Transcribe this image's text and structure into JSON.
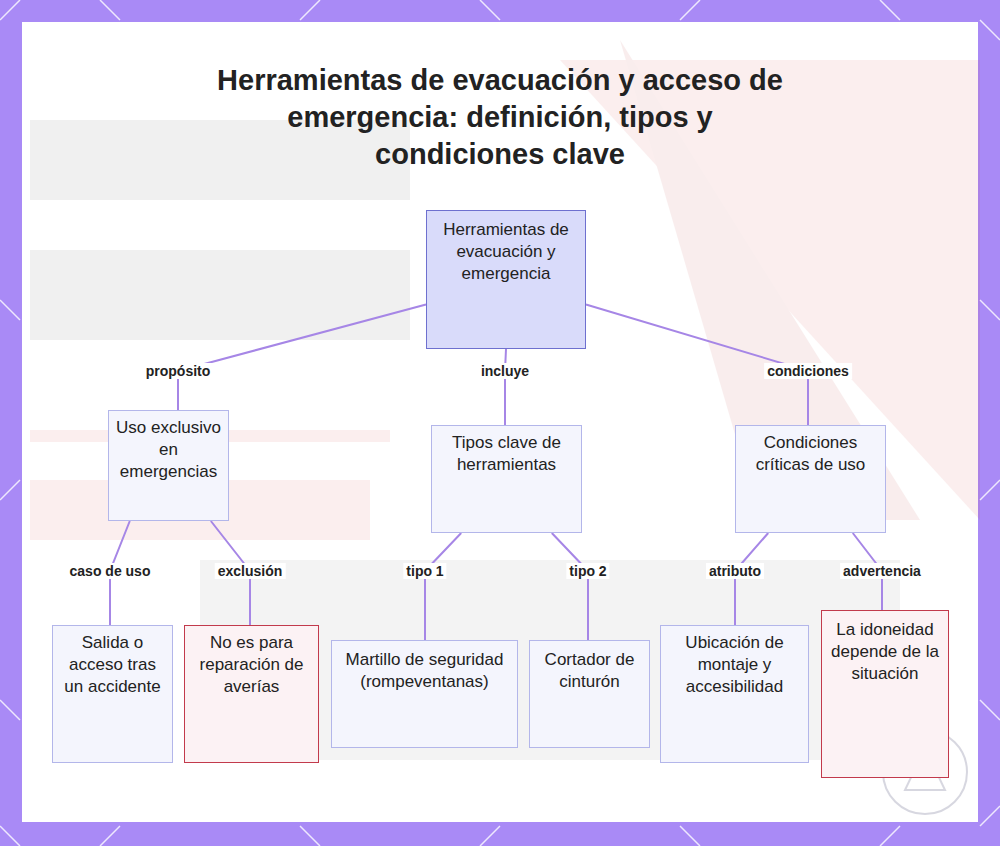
{
  "diagram": {
    "title": "Herramientas de evacuación y acceso de emergencia: definición, tipos y condiciones clave",
    "nodes": [
      {
        "text": [
          "Herramientas de evacuación y emergencia"
        ]
      },
      {
        "text": [
          "Uso exclusivo en emergencias"
        ]
      },
      {
        "text": [
          "Tipos clave de herramientas"
        ]
      },
      {
        "text": [
          "Condiciones críticas de uso"
        ]
      },
      {
        "text": [
          "Salida o acceso tras un accidente"
        ]
      },
      {
        "text": [
          "No es para reparación de averías"
        ]
      },
      {
        "text": [
          "Martillo de seguridad (rompeventanas)"
        ]
      },
      {
        "text": [
          "Cortador de cinturón"
        ]
      },
      {
        "text": [
          "Ubicación de montaje y accesibilidad"
        ]
      },
      {
        "text": [
          "La idoneidad depende de la situación"
        ]
      }
    ],
    "edges": [
      {
        "from": 0,
        "to": 1,
        "label": "propósito",
        "arrow": "none"
      },
      {
        "from": 0,
        "to": 2,
        "label": "incluye",
        "arrow": "none"
      },
      {
        "from": 0,
        "to": 3,
        "label": "condiciones",
        "arrow": "none"
      },
      {
        "from": 1,
        "to": 4,
        "label": "caso de uso",
        "arrow": "none"
      },
      {
        "from": 1,
        "to": 5,
        "label": "exclusión",
        "arrow": "none"
      },
      {
        "from": 2,
        "to": 6,
        "label": "tipo 1",
        "arrow": "none"
      },
      {
        "from": 2,
        "to": 7,
        "label": "tipo 2",
        "arrow": "none"
      },
      {
        "from": 3,
        "to": 8,
        "label": "atributo",
        "arrow": "none"
      },
      {
        "from": 3,
        "to": 9,
        "label": "advertencia",
        "arrow": "none"
      }
    ]
  }
}
